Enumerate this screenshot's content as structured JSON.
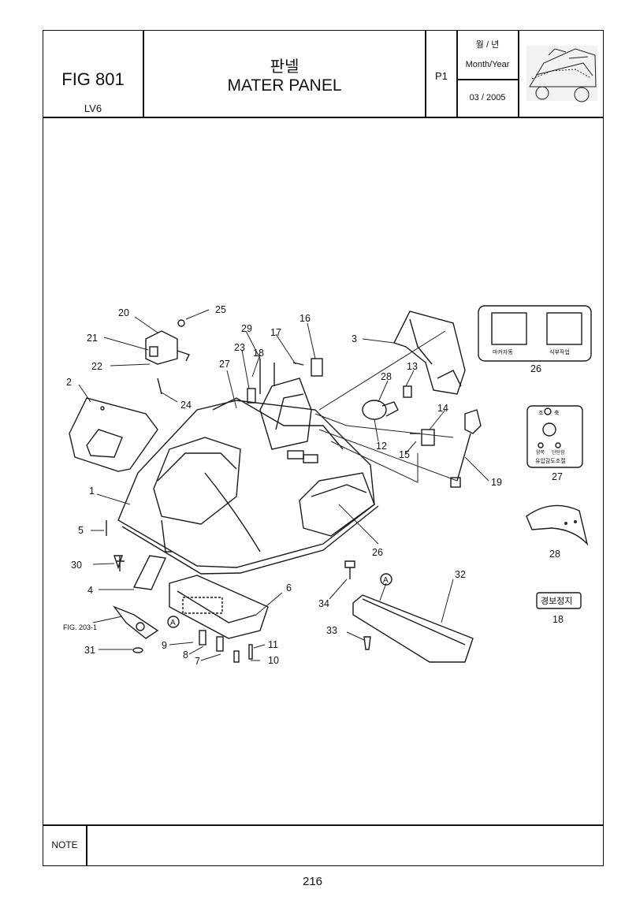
{
  "header": {
    "fig_number": "FIG 801",
    "model": "LV6",
    "title_kr": "판넬",
    "title_en": "MATER PANEL",
    "page_label": "P1",
    "month_year_kr": "월 / 년",
    "month_year_en": "Month/Year",
    "date": "03 / 2005"
  },
  "footer": {
    "note_label": "NOTE",
    "page_number": "216"
  },
  "callouts": {
    "c1": "1",
    "c2": "2",
    "c3": "3",
    "c4": "4",
    "c5": "5",
    "c6": "6",
    "c7": "7",
    "c8": "8",
    "c9": "9",
    "c10": "10",
    "c11": "11",
    "c12": "12",
    "c13": "13",
    "c14": "14",
    "c15": "15",
    "c16": "16",
    "c17": "17",
    "c18": "18",
    "c19": "19",
    "c20": "20",
    "c21": "21",
    "c22": "22",
    "c23": "23",
    "c24": "24",
    "c25": "25",
    "c26a": "26",
    "c26b": "26",
    "c27a": "27",
    "c27b": "27",
    "c28a": "28",
    "c28b": "28",
    "c29": "29",
    "c30": "30",
    "c31": "31",
    "c32": "32",
    "c33": "33",
    "c34": "34",
    "cA1": "A",
    "cA2": "A",
    "fig_ref": "FIG. 203-1"
  },
  "decals": {
    "panel26_left": "마커자동",
    "panel26_right": "식부작업",
    "decal27_top": "조",
    "decal27_top_right": "축",
    "decal27_left": "양쪽",
    "decal27_right": "단단함",
    "decal27_bottom": "유압감도조절",
    "decal18": "경보정지"
  }
}
